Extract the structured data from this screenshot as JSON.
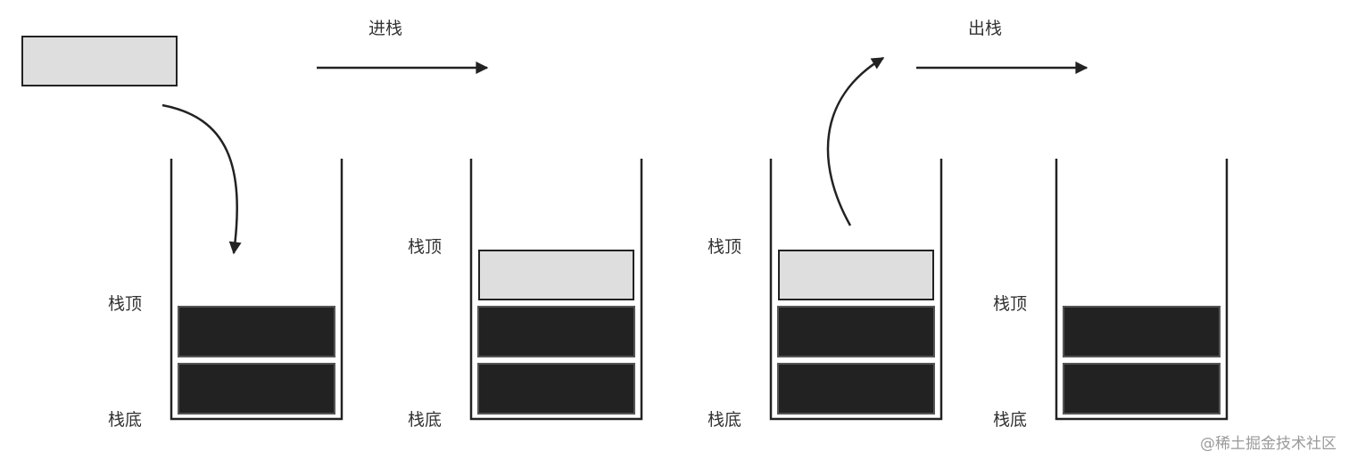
{
  "operations": {
    "push": "进栈",
    "pop": "出栈"
  },
  "stacks": [
    {
      "top_label": "栈顶",
      "bottom_label": "栈底"
    },
    {
      "top_label": "栈顶",
      "bottom_label": "栈底"
    },
    {
      "top_label": "栈顶",
      "bottom_label": "栈底"
    },
    {
      "top_label": "栈顶",
      "bottom_label": "栈底"
    }
  ],
  "watermark": "@稀土掘金技术社区",
  "colors": {
    "existing_item": "#222222",
    "moving_item": "#dedede",
    "outline": "#222222"
  }
}
